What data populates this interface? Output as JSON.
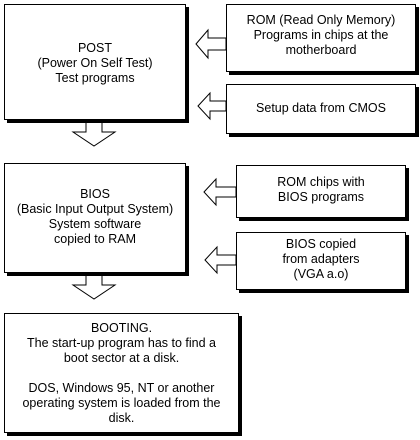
{
  "post": {
    "lines": [
      "POST",
      "(Power On Self Test)",
      "Test programs"
    ]
  },
  "rom": {
    "lines": [
      "ROM (Read Only Memory)",
      "Programs in chips at the",
      "motherboard"
    ]
  },
  "cmos": {
    "lines": [
      "Setup data from CMOS"
    ]
  },
  "bios": {
    "lines": [
      "BIOS",
      "(Basic Input Output System)",
      "System software",
      "copied to RAM"
    ]
  },
  "rom_chips": {
    "lines": [
      "ROM chips with",
      "BIOS programs"
    ]
  },
  "adapters": {
    "lines": [
      "BIOS copied",
      "from adapters",
      "(VGA a.o)"
    ]
  },
  "booting": {
    "lines": [
      "BOOTING.",
      "The start-up program has to find a",
      "boot sector at a disk."
    ],
    "lines2": [
      "DOS, Windows 95, NT or another",
      "operating system is loaded from the",
      "disk."
    ]
  }
}
